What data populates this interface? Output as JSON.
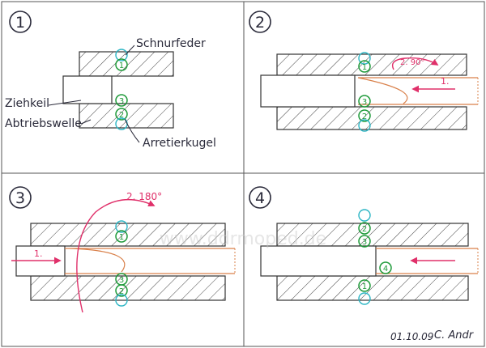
{
  "panels": [
    {
      "number": "1"
    },
    {
      "number": "2"
    },
    {
      "number": "3"
    },
    {
      "number": "4"
    }
  ],
  "labels": {
    "schnurfeder": "Schnurfeder",
    "ziehkeil": "Ziehkeil",
    "abtriebswelle": "Abtriebswelle",
    "arretierkugel": "Arretierkugel"
  },
  "annotations": {
    "p2_step1": "1.",
    "p2_step2": "2. 90°",
    "p3_step1": "1.",
    "p3_step2": "2. 180°"
  },
  "balls": {
    "p1": [
      "1",
      "3",
      "2"
    ],
    "p2": [
      "1",
      "3",
      "2"
    ],
    "p3": [
      "1",
      "3",
      "2"
    ],
    "p4": [
      "2",
      "3",
      "4",
      "1"
    ]
  },
  "watermark": "www.ddrmoped.de",
  "date": "01.10.09",
  "signature": "C. Andr",
  "colors": {
    "ink": "#2a2a3a",
    "pink": "#e0306a",
    "ballGreen": "#1f9a3a",
    "ballCyan": "#2bb5c4",
    "keyOrange": "#d9804a"
  }
}
